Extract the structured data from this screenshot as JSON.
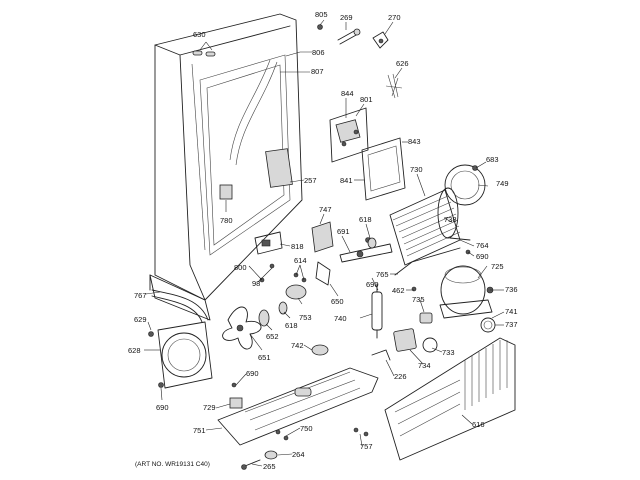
{
  "diagram": {
    "art_number": "(ART NO. WR19131 C40)",
    "labels": [
      "805",
      "269",
      "270",
      "630",
      "806",
      "807",
      "626",
      "844",
      "801",
      "843",
      "683",
      "730",
      "749",
      "841",
      "257",
      "780",
      "747",
      "818",
      "618",
      "738",
      "691",
      "764",
      "690",
      "800",
      "98",
      "614",
      "765",
      "725",
      "767",
      "650",
      "690",
      "462",
      "736",
      "629",
      "652",
      "618",
      "753",
      "740",
      "735",
      "741",
      "628",
      "742",
      "737",
      "651",
      "733",
      "734",
      "690",
      "226",
      "729",
      "616",
      "751",
      "750",
      "690",
      "757",
      "264",
      "265"
    ]
  }
}
